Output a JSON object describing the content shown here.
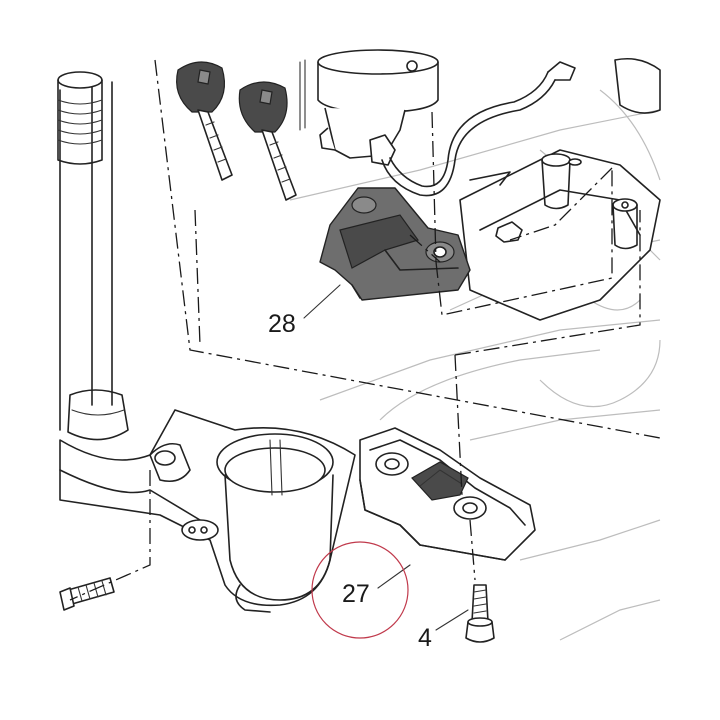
{
  "callouts": {
    "part_28": "28",
    "part_27": "27",
    "part_4": "4"
  },
  "colors": {
    "line": "#222222",
    "fill_dark": "#6e6e6e",
    "highlight_circle": "#c0394b"
  }
}
